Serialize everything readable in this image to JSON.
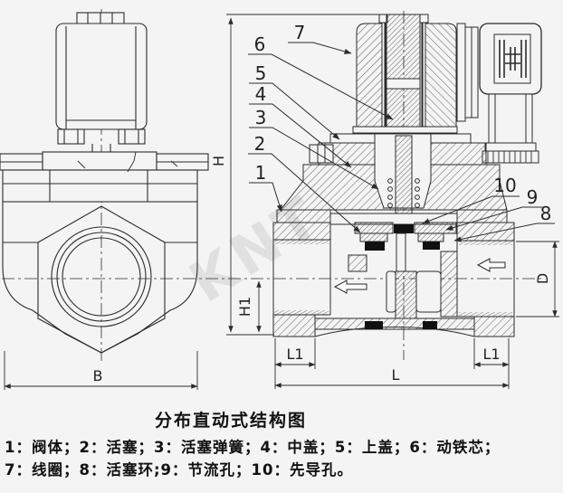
{
  "watermark": "KNT",
  "caption": {
    "title": "分布直动式结构图",
    "legend_line1": "1：阀体；2：活塞；3：活塞弹簧；4：中盖；5：上盖；6：动铁芯；",
    "legend_line2": "7：线圈；8：活塞环;9：节流孔；10：先导孔。"
  },
  "parts": [
    {
      "num": "1",
      "name": "阀体"
    },
    {
      "num": "2",
      "name": "活塞"
    },
    {
      "num": "3",
      "name": "活塞弹簧"
    },
    {
      "num": "4",
      "name": "中盖"
    },
    {
      "num": "5",
      "name": "上盖"
    },
    {
      "num": "6",
      "name": "动铁芯"
    },
    {
      "num": "7",
      "name": "线圈"
    },
    {
      "num": "8",
      "name": "活塞环"
    },
    {
      "num": "9",
      "name": "节流孔"
    },
    {
      "num": "10",
      "name": "先导孔"
    }
  ],
  "dims": {
    "H": "H",
    "H1": "H1",
    "B": "B",
    "L": "L",
    "L1": "L1",
    "D": "D"
  },
  "colors": {
    "line": "#2b2b2b",
    "seal": "#111111",
    "paper": "#f4f4f4",
    "watermark": "#9a9a9a"
  }
}
